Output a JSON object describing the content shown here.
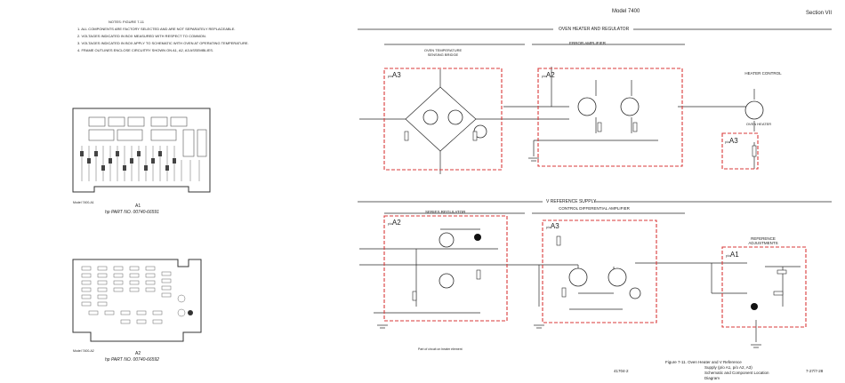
{
  "header": {
    "model": "Model 7400",
    "section": "Section VII"
  },
  "notes": {
    "title": "NOTES: FIGURE 7-11",
    "items": [
      "1. ALL COMPONENTS ARE FACTORY SELECTED AND ARE NOT SEPARATELY REPLACEABLE.",
      "2. VOLTAGES INDICATED IN BOX MEASURED WITH RESPECT TO COMMON.",
      "3. VOLTAGES INDICATED IN BOX APPLY TO SCHEMATIC WITH OVEN AT OPERATING TEMPERATURE.",
      "4. FRAME OUTLINES ENCLOSE CIRCUITRY SHOWN ON A1, A2, A3 ASSEMBLIES."
    ]
  },
  "board_a1": {
    "ref_label": "Model 7400-A1",
    "name": "A1",
    "part_no": "hp PART NO. 00740-66591"
  },
  "board_a2": {
    "ref_label": "Model 7400-A2",
    "name": "A2",
    "part_no": "hp PART NO. 00740-66592"
  },
  "sections": {
    "oven": "OVEN HEATER AND REGULATOR",
    "vref": "V REFERENCE SUPPLY",
    "bridge": "OVEN TEMPERATURE SENSING BRIDGE",
    "error_amp": "ERROR AMPLIFIER",
    "heater_control": "HEATER CONTROL",
    "oven_heater": "OVEN HEATER",
    "series_reg": "SERIES REGULATOR",
    "control_diff": "CONTROL DIFFERENTIAL AMPLIFIER",
    "ref_adjust": "REFERENCE ADJUSTMENTS"
  },
  "assemblies": {
    "a3_top": "A3",
    "a2_top": "A2",
    "a3_heater": "A3",
    "a2_bottom": "A2",
    "a3_bottom": "A3",
    "a1_bottom": "A1",
    "prefix": "p/o"
  },
  "footer": {
    "bottom_note": "Part of circuit on heater element",
    "doc_id": "41704-2",
    "caption_1": "Figure 7-11. Oven Heater and V Reference",
    "caption_2": "Supply (p/o A1, p/o A2, A3)",
    "caption_3": "Schematic and Component Location",
    "caption_4": "Diagram",
    "page": "7-27/7-28"
  },
  "colors": {
    "ink": "#2a2a2a",
    "frame_red": "#d93a3a"
  }
}
